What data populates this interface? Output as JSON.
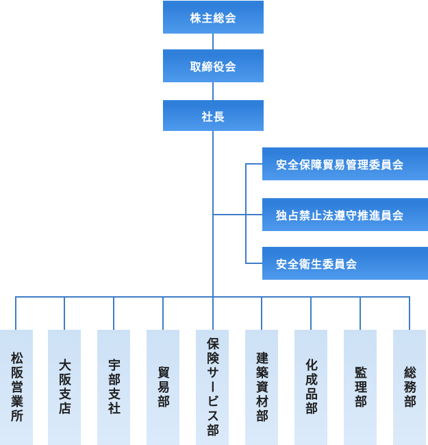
{
  "org_chart": {
    "governance": [
      "株主総会",
      "取締役会",
      "社長"
    ],
    "committees": [
      "安全保障貿易管理委員会",
      "独占禁止法遵守推進員会",
      "安全衛生委員会"
    ],
    "departments": [
      "松阪営業所",
      "大阪支店",
      "宇部支社",
      "貿易部",
      "保険サービス部",
      "建築資材部",
      "化成品部",
      "監理部",
      "総務部"
    ],
    "colors": {
      "node_fill_top": "#3182dd",
      "node_fill_mid": "#2e7eda",
      "node_fill_bottom": "#4f9aed",
      "node_text": "#ffffff",
      "dept_fill_top": "#cde1f5",
      "dept_fill_bottom": "#dbeafa",
      "dept_text": "#1f1f1f",
      "connector": "#3d7cc7"
    }
  }
}
